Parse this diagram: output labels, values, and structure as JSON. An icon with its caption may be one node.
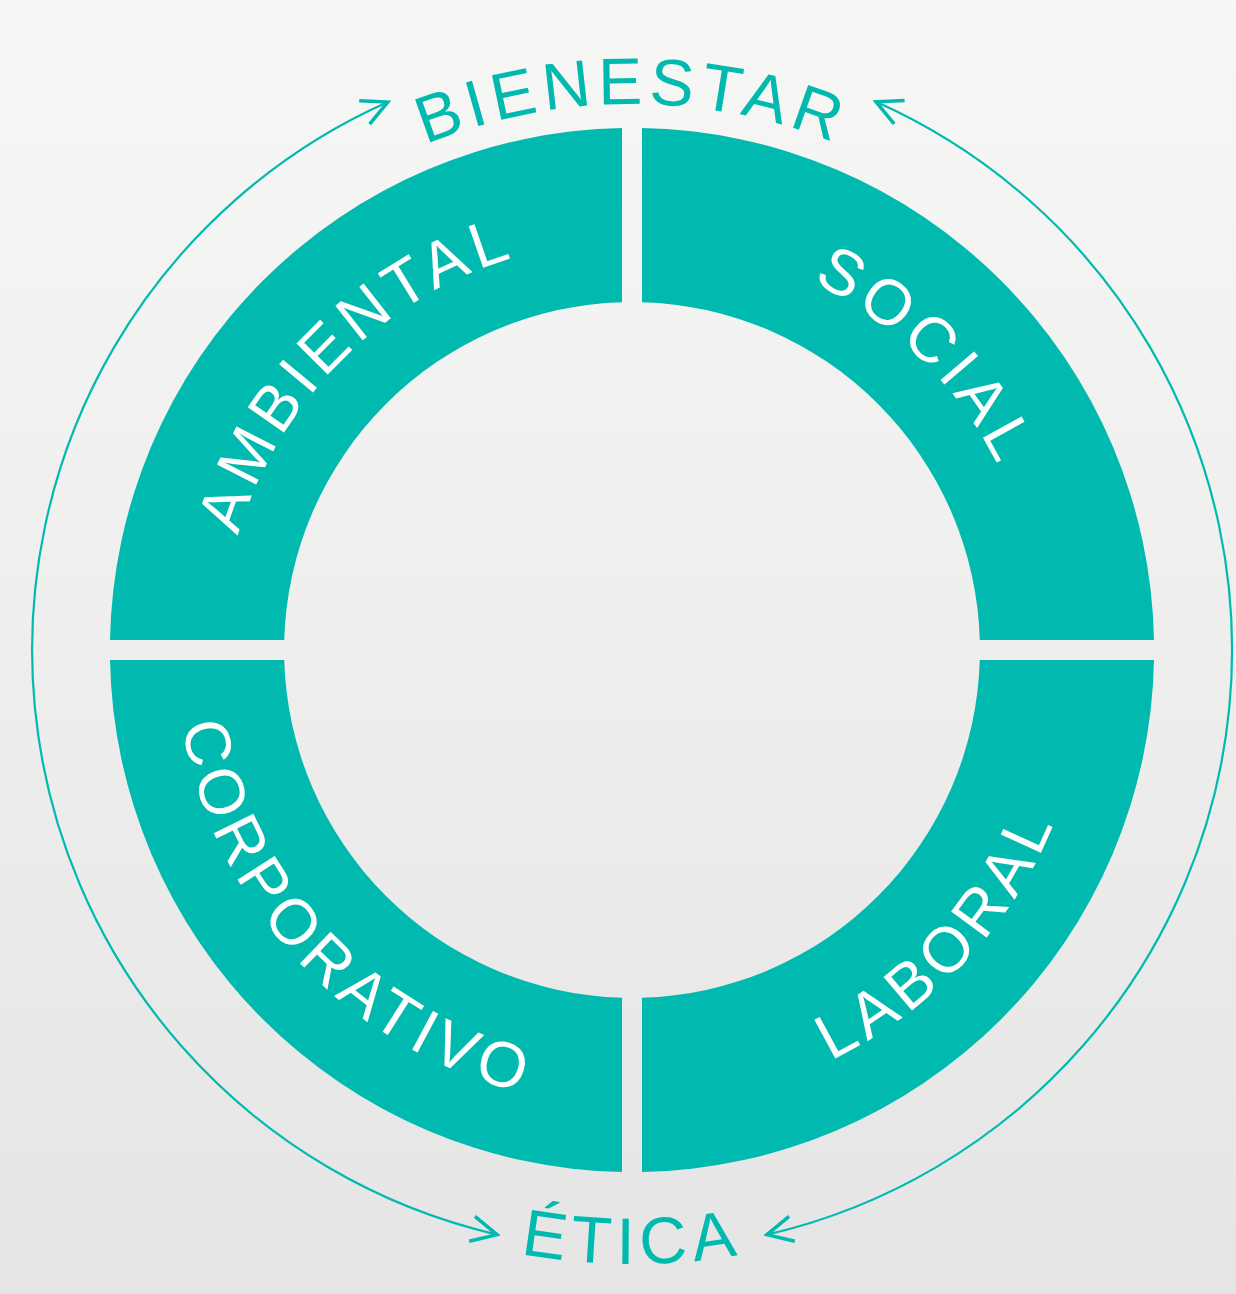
{
  "diagram": {
    "nodes": [
      {
        "text": [
          "BIENESTAR"
        ]
      },
      {
        "text": [
          "ÉTICA"
        ]
      },
      {
        "text": [
          "AMBIENTAL"
        ]
      },
      {
        "text": [
          "SOCIAL"
        ]
      },
      {
        "text": [
          "CORPORATIVO"
        ]
      },
      {
        "text": [
          "LABORAL"
        ]
      }
    ],
    "edges": [
      {
        "from": 0,
        "to": 1,
        "arrow": "both"
      },
      {
        "from": 0,
        "to": 1,
        "arrow": "both"
      }
    ]
  }
}
